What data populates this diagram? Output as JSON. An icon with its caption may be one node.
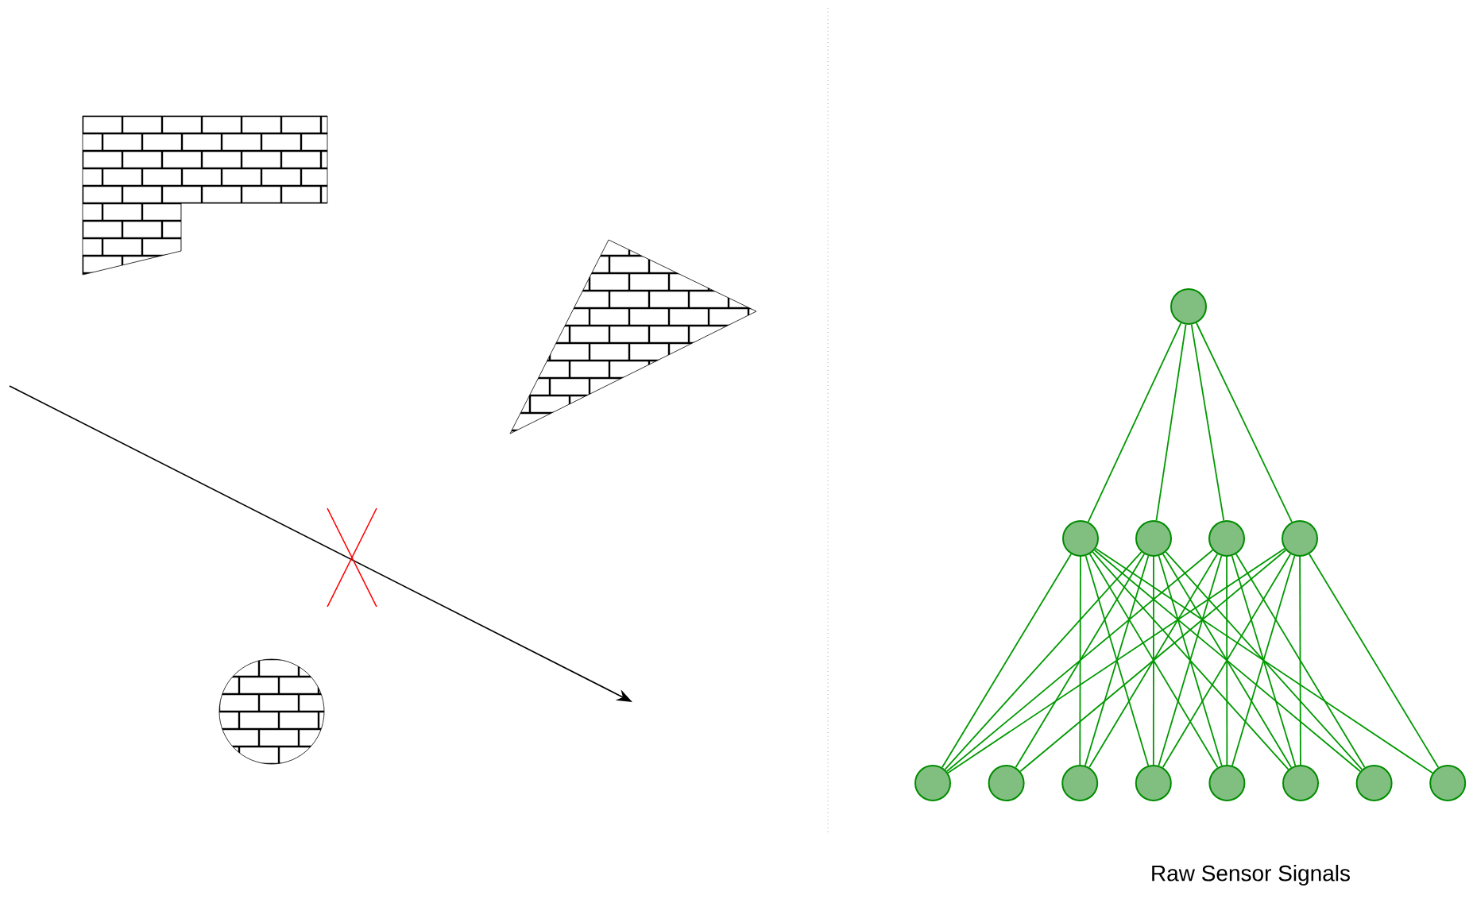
{
  "diagram": {
    "nodes": [
      {
        "text": [],
        "shape": "circle"
      },
      {
        "text": [],
        "shape": "circle"
      },
      {
        "text": [],
        "shape": "circle"
      },
      {
        "text": [],
        "shape": "circle"
      },
      {
        "text": [],
        "shape": "circle"
      },
      {
        "text": [],
        "shape": "circle"
      },
      {
        "text": [],
        "shape": "circle"
      },
      {
        "text": [],
        "shape": "circle"
      },
      {
        "text": [],
        "shape": "circle"
      },
      {
        "text": [],
        "shape": "circle"
      },
      {
        "text": [],
        "shape": "circle"
      },
      {
        "text": [],
        "shape": "circle"
      },
      {
        "text": [],
        "shape": "circle"
      }
    ],
    "edges": [
      {
        "from": 0,
        "to": 1,
        "arrow": "none"
      },
      {
        "from": 0,
        "to": 2,
        "arrow": "none"
      },
      {
        "from": 0,
        "to": 3,
        "arrow": "none"
      },
      {
        "from": 0,
        "to": 4,
        "arrow": "none"
      },
      {
        "from": 1,
        "to": 5,
        "arrow": "none"
      },
      {
        "from": 1,
        "to": 7,
        "arrow": "none"
      },
      {
        "from": 1,
        "to": 8,
        "arrow": "none"
      },
      {
        "from": 1,
        "to": 9,
        "arrow": "none"
      },
      {
        "from": 1,
        "to": 10,
        "arrow": "none"
      },
      {
        "from": 1,
        "to": 11,
        "arrow": "none"
      },
      {
        "from": 1,
        "to": 12,
        "arrow": "none"
      },
      {
        "from": 2,
        "to": 5,
        "arrow": "none"
      },
      {
        "from": 2,
        "to": 6,
        "arrow": "none"
      },
      {
        "from": 2,
        "to": 7,
        "arrow": "none"
      },
      {
        "from": 2,
        "to": 8,
        "arrow": "none"
      },
      {
        "from": 2,
        "to": 9,
        "arrow": "none"
      },
      {
        "from": 2,
        "to": 10,
        "arrow": "none"
      },
      {
        "from": 2,
        "to": 11,
        "arrow": "none"
      },
      {
        "from": 3,
        "to": 5,
        "arrow": "none"
      },
      {
        "from": 3,
        "to": 7,
        "arrow": "none"
      },
      {
        "from": 3,
        "to": 8,
        "arrow": "none"
      },
      {
        "from": 3,
        "to": 9,
        "arrow": "none"
      },
      {
        "from": 3,
        "to": 10,
        "arrow": "none"
      },
      {
        "from": 3,
        "to": 11,
        "arrow": "none"
      },
      {
        "from": 4,
        "to": 5,
        "arrow": "none"
      },
      {
        "from": 4,
        "to": 6,
        "arrow": "none"
      },
      {
        "from": 4,
        "to": 8,
        "arrow": "none"
      },
      {
        "from": 4,
        "to": 9,
        "arrow": "none"
      },
      {
        "from": 4,
        "to": 10,
        "arrow": "none"
      },
      {
        "from": 4,
        "to": 12,
        "arrow": "none"
      }
    ],
    "labels": [
      "Raw Sensor Signals"
    ]
  }
}
